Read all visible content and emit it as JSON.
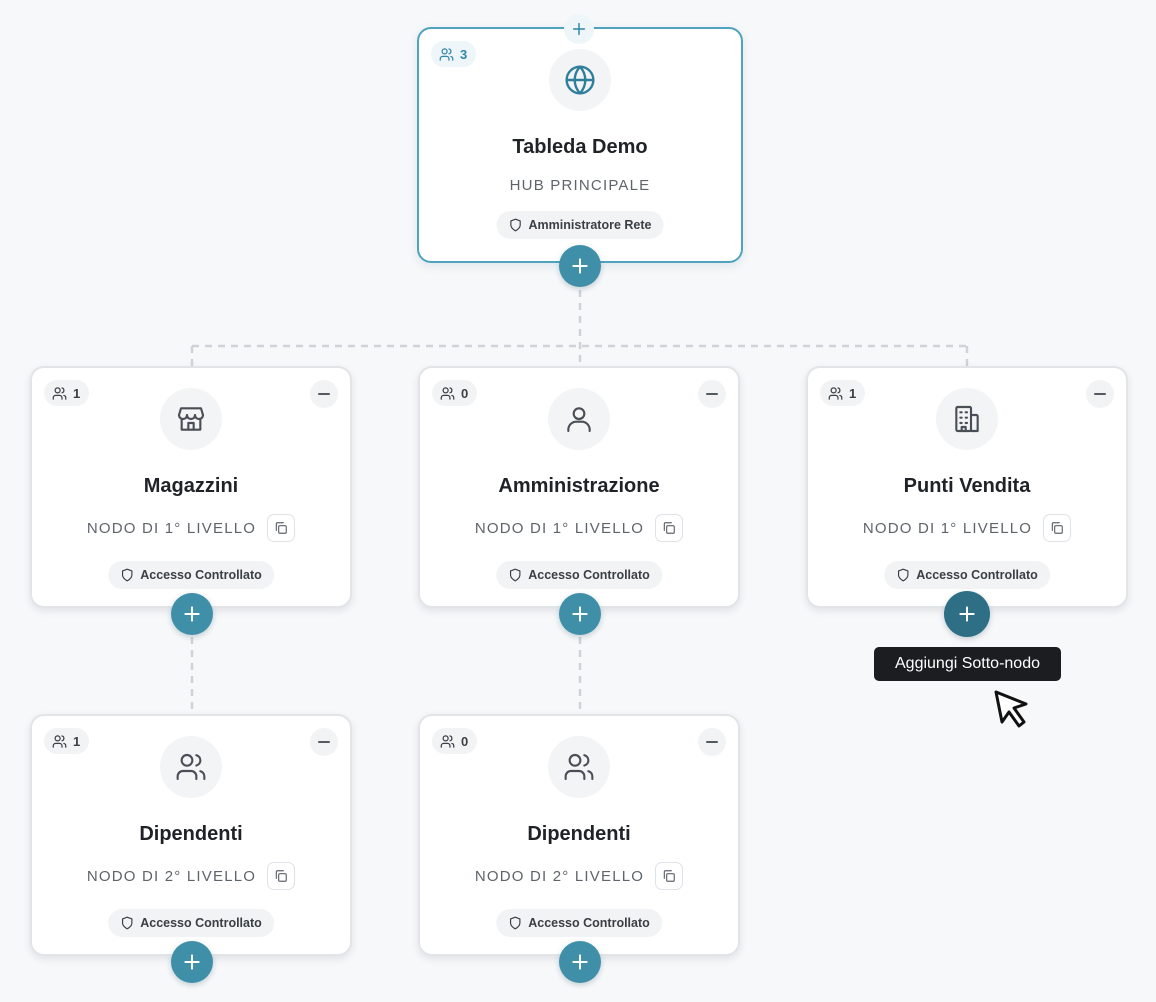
{
  "root": {
    "count": "3",
    "title": "Tableda Demo",
    "subtitle": "HUB PRINCIPALE",
    "access": "Amministratore Rete",
    "icon": "globe-icon"
  },
  "nodes": [
    {
      "count": "1",
      "title": "Magazzini",
      "subtitle": "NODO DI 1° LIVELLO",
      "access": "Accesso Controllato",
      "icon": "store-icon"
    },
    {
      "count": "0",
      "title": "Amministrazione",
      "subtitle": "NODO DI 1° LIVELLO",
      "access": "Accesso Controllato",
      "icon": "user-icon"
    },
    {
      "count": "1",
      "title": "Punti Vendita",
      "subtitle": "NODO DI 1° LIVELLO",
      "access": "Accesso Controllato",
      "icon": "building-icon"
    },
    {
      "count": "1",
      "title": "Dipendenti",
      "subtitle": "NODO DI 2° LIVELLO",
      "access": "Accesso Controllato",
      "icon": "users-icon"
    },
    {
      "count": "0",
      "title": "Dipendenti",
      "subtitle": "NODO DI 2° LIVELLO",
      "access": "Accesso Controllato",
      "icon": "users-icon"
    }
  ],
  "tooltip": {
    "text": "Aggiungi Sotto-nodo"
  },
  "colors": {
    "accent": "#3f8fa9",
    "accent_hover": "#2e6f86",
    "root_border": "#4fa3bf",
    "tooltip_bg": "#1c1d20"
  }
}
